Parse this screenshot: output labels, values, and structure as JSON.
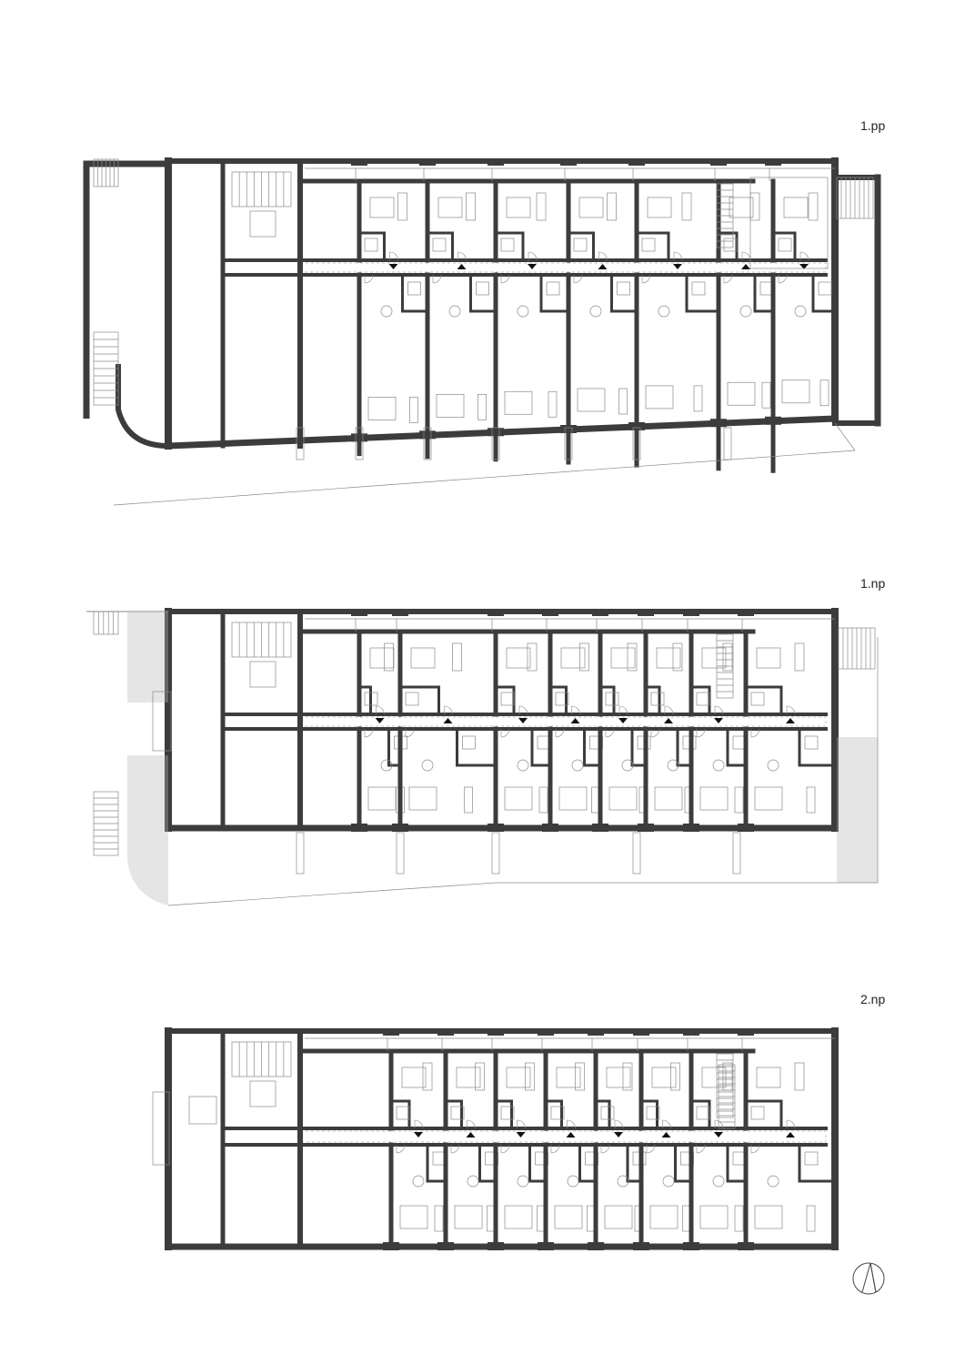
{
  "floors": [
    {
      "label": "1.pp"
    },
    {
      "label": "1.np"
    },
    {
      "label": "2.np"
    }
  ],
  "north_arrow": {
    "icon": "north-arrow-icon"
  },
  "colors": {
    "wall": "#3c3c3c",
    "line": "#8a8a8a",
    "hatch": "#b5b5b5"
  }
}
